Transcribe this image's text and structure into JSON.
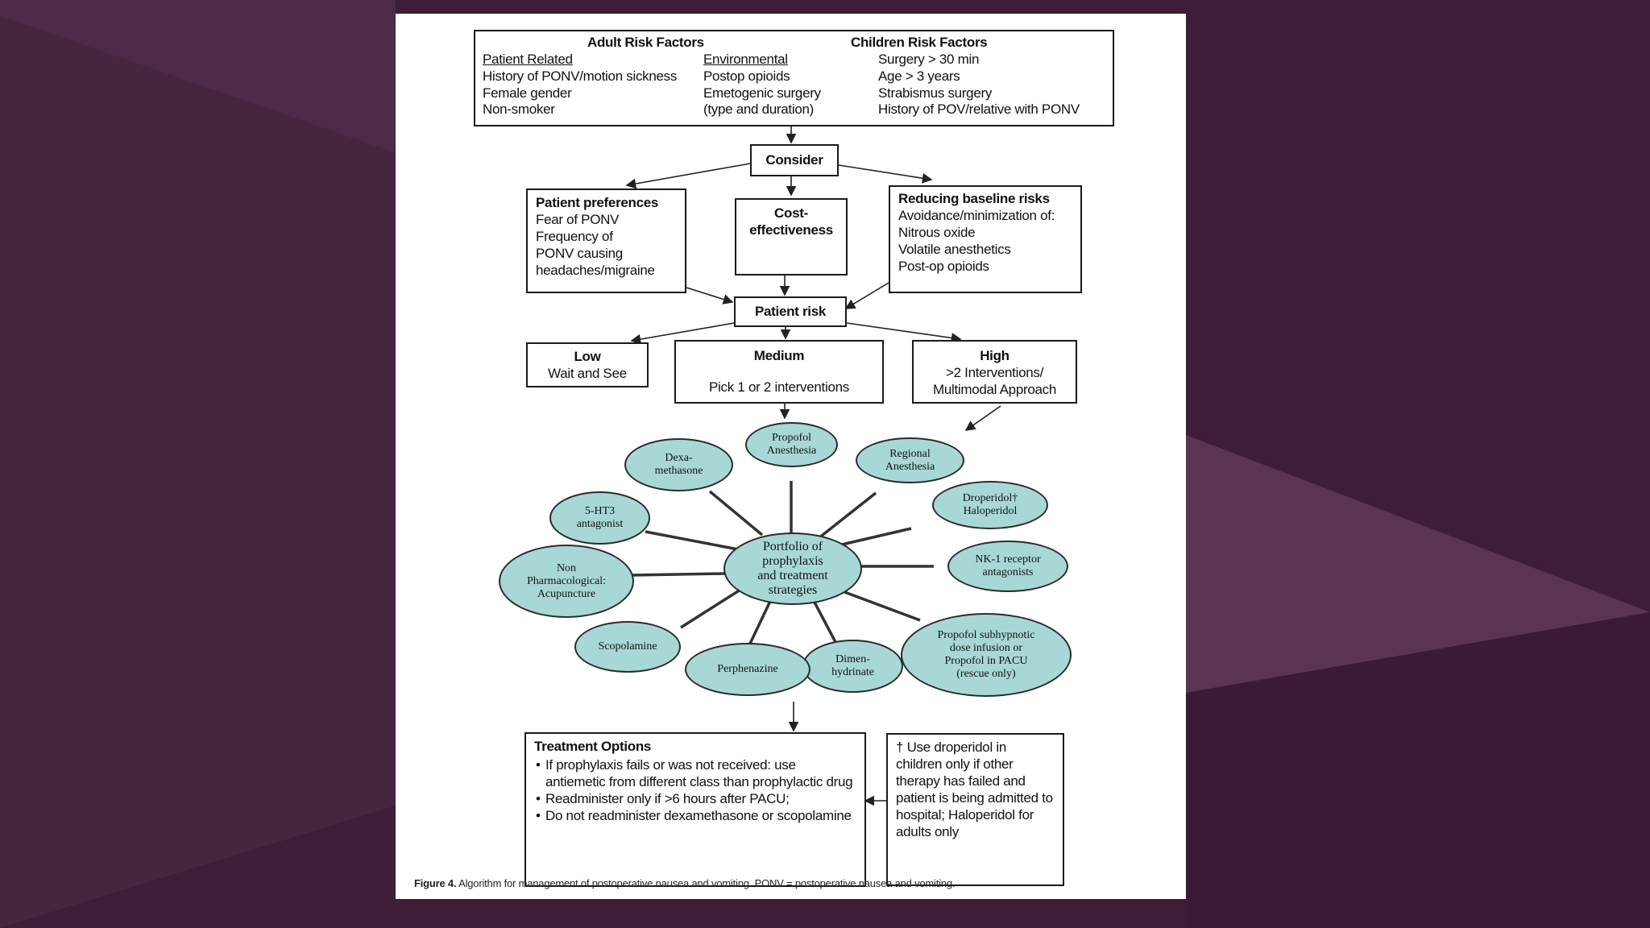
{
  "adult_risk": {
    "title": "Adult Risk Factors",
    "patient_related_heading": "Patient Related",
    "environmental_heading": "Environmental",
    "patient_related": [
      "History of PONV/motion sickness",
      "Female gender",
      "Non-smoker"
    ],
    "environmental": [
      "Postop opioids",
      "Emetogenic surgery",
      "(type and duration)"
    ]
  },
  "children_risk": {
    "title": "Children Risk Factors",
    "items": [
      "Surgery > 30 min",
      "Age > 3 years",
      "Strabismus surgery",
      "History of POV/relative with PONV"
    ]
  },
  "consider": "Consider",
  "patient_preferences": {
    "title": "Patient preferences",
    "lines": [
      "Fear of PONV",
      "Frequency of",
      "PONV causing",
      "headaches/migraine"
    ]
  },
  "cost_effectiveness": [
    "Cost-",
    "effectiveness"
  ],
  "reducing_risks": {
    "title": "Reducing baseline risks",
    "lines": [
      "Avoidance/minimization of:",
      "Nitrous oxide",
      "Volatile anesthetics",
      "Post-op opioids"
    ]
  },
  "patient_risk": "Patient risk",
  "risk_levels": {
    "low_title": "Low",
    "low_text": "Wait and See",
    "medium_title": "Medium",
    "medium_text": "Pick 1 or 2 interventions",
    "high_title": "High",
    "high_text_1": ">2 Interventions/",
    "high_text_2": "Multimodal Approach"
  },
  "portfolio": {
    "center": "Portfolio of\nprophylaxis\nand treatment\nstrategies",
    "options": [
      "Propofol\nAnesthesia",
      "Regional\nAnesthesia",
      "Droperidol†\nHaloperidol",
      "NK-1 receptor\nantagonists",
      "Propofol subhypnotic\ndose infusion or\nPropofol in PACU\n(rescue only)",
      "Dimen-\nhydrinate",
      "Perphenazine",
      "Scopolamine",
      "Non\nPharmacological:\nAcupuncture",
      "5-HT3\nantagonist",
      "Dexa-\nmethasone"
    ]
  },
  "treatment_options": {
    "title": "Treatment Options",
    "items": [
      "If prophylaxis fails or was not received: use antiemetic from different class than prophylactic drug",
      "Readminister only if >6 hours after PACU;",
      "Do not readminister dexamethasone or scopolamine"
    ]
  },
  "droperidol_note": "† Use droperidol in children only if other therapy has failed and patient is being admitted to hospital; Haloperidol for adults only",
  "caption": {
    "label": "Figure 4.",
    "text": "Algorithm for management of postoperative nausea and vomiting. PONV = postoperative nausea and vomiting."
  },
  "colors": {
    "background": "#3d1d38",
    "ellipse_fill": "#a8d8d6"
  }
}
